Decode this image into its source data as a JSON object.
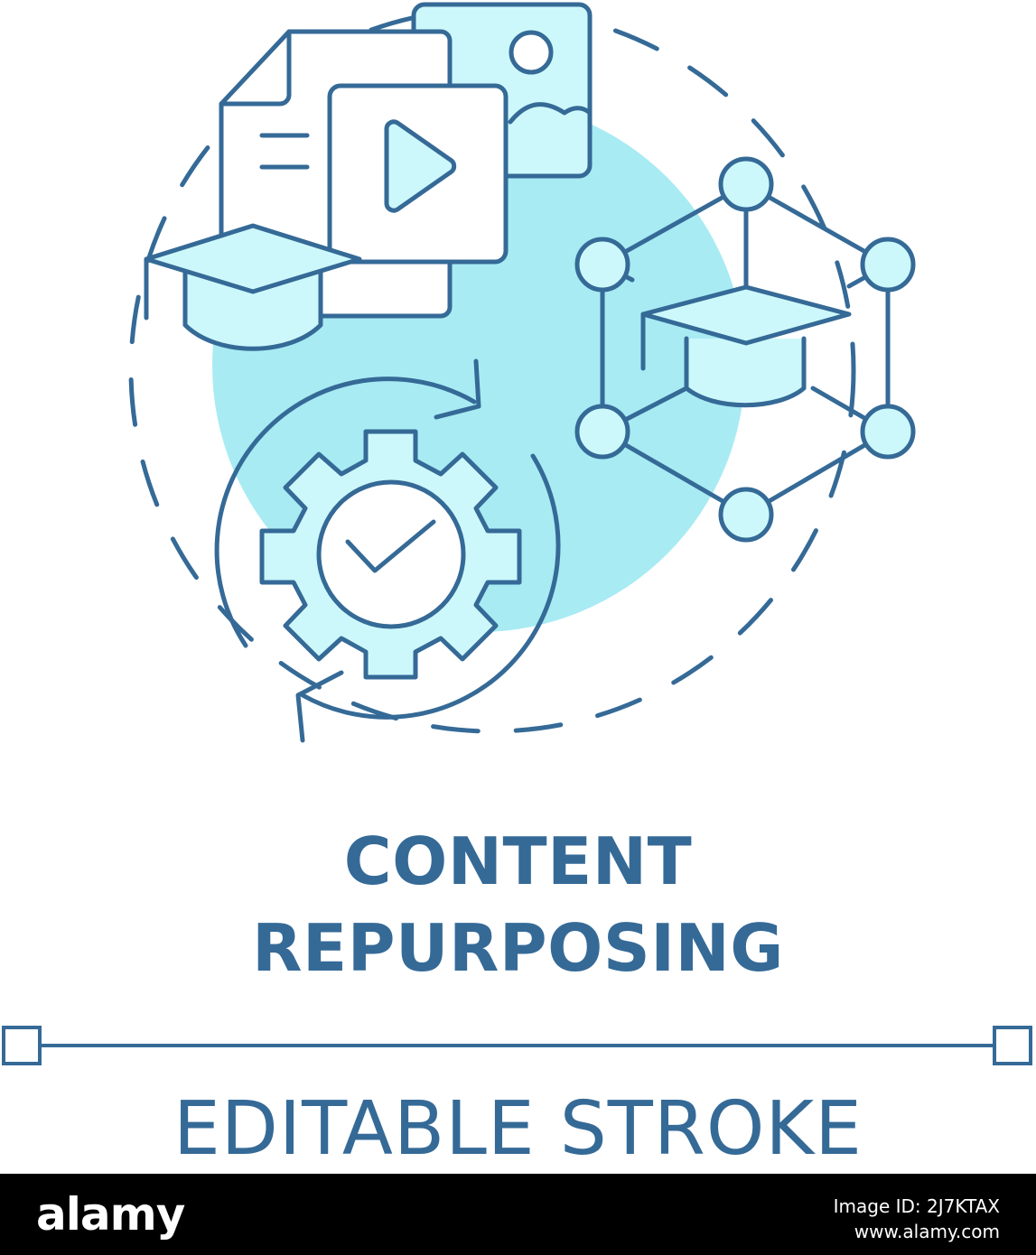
{
  "colors": {
    "stroke": "#356a97",
    "fill_light": "#cdf8fb",
    "fill_circle": "#a8ebf3",
    "background": "#ffffff",
    "footer": "#000000"
  },
  "icons": [
    "document-icon",
    "image-icon",
    "video-play-icon",
    "graduation-cap-icon",
    "refresh-arrows-icon",
    "gear-check-icon",
    "network-cube-icon"
  ],
  "title": {
    "line1": "CONTENT",
    "line2": "REPURPOSING"
  },
  "editable_label": "EDITABLE STROKE",
  "footer": {
    "logo": "alamy",
    "image_id": "Image ID: 2J7KTAX",
    "site": "www.alamy.com"
  }
}
